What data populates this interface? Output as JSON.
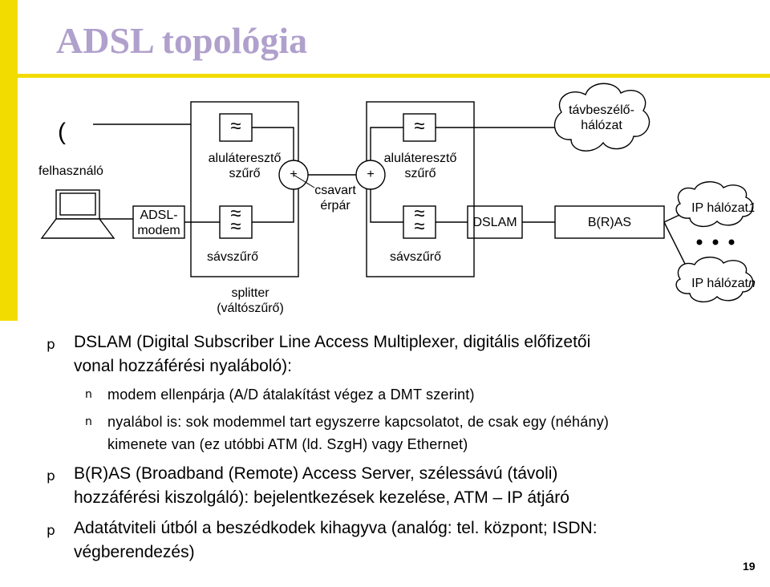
{
  "title": "ADSL topológia",
  "diagram": {
    "user_paren": "(",
    "user_label": "felhasználó",
    "modem_label": "ADSL-\nmodem",
    "lowpass_left": "aluláteresztő\nszűrő",
    "lowpass_right": "aluláteresztő\nszűrő",
    "bandpass_left": "sávszűrő",
    "bandpass_right": "sávszűrő",
    "plus_left": "+",
    "plus_right": "+",
    "twisted_pair": "csavart\nérpár",
    "splitter": "splitter\n(váltószűrő)",
    "dslam": "DSLAM",
    "bras": "B(R)AS",
    "phone_network": "távbeszélő-\nhálózat",
    "ip_network_1": "IP hálózat",
    "ip_network_1_sub": "1",
    "ip_network_n": "IP hálózat",
    "ip_network_n_sub": "n",
    "filter_symbol": "≈"
  },
  "bullets": {
    "b1_marker": "p",
    "b1_line1": "DSLAM (Digital Subscriber Line Access Multiplexer, digitális előfizetői",
    "b1_line2": "vonal hozzáférési nyaláboló):",
    "s1_marker": "n",
    "s1_line1": "modem ellenpárja (A/D átalakítást végez a DMT szerint)",
    "s2_marker": "n",
    "s2_line1": "nyalábol is: sok modemmel tart egyszerre kapcsolatot, de csak egy (néhány)",
    "s2_line2": "kimenete van (ez utóbbi ATM (ld. SzgH) vagy Ethernet)",
    "b2_marker": "p",
    "b2_line1": "B(R)AS (Broadband (Remote) Access Server, szélessávú (távoli)",
    "b2_line2": "hozzáférési kiszolgáló): bejelentkezések kezelése, ATM – IP átjáró",
    "b3_marker": "p",
    "b3_line1": "Adatátviteli útból a beszédkodek kihagyva (analóg: tel. központ; ISDN:",
    "b3_line2": "végberendezés)"
  },
  "page_number": "19",
  "colors": {
    "accent_bar": "#f2dc00",
    "title": "#b0a0cc"
  }
}
